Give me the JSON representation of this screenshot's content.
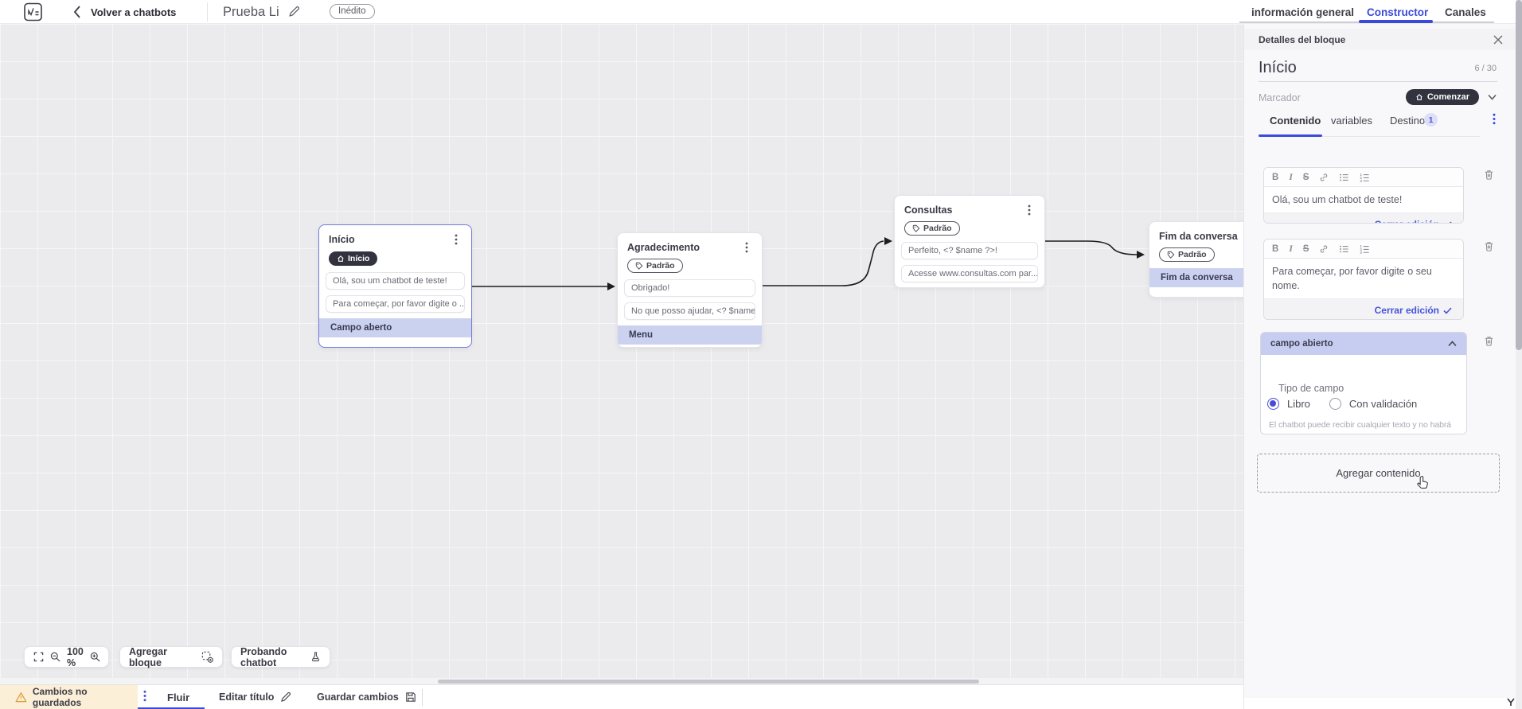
{
  "header": {
    "back_label": "Volver a chatbots",
    "bot_title": "Prueba Li",
    "status": "Inédito",
    "tabs": {
      "info": "información general",
      "constructor": "Constructor",
      "canales": "Canales"
    }
  },
  "panel": {
    "title_bar": "Detalles del bloque",
    "block_name": "Início",
    "counter": "6 / 30",
    "marker_label": "Marcador",
    "marker_value": "Comenzar",
    "tabs": {
      "contenido": "Contenido",
      "variables": "variables",
      "destino": "Destino",
      "destino_badge": "1"
    },
    "toolbar": {
      "bold": "B",
      "italic": "I",
      "strike": "S"
    },
    "editors": [
      {
        "text": "Olá, sou um chatbot de teste!",
        "close": "Cerrar edición"
      },
      {
        "text": "Para começar, por favor digite o seu nome.",
        "close": "Cerrar edición"
      }
    ],
    "field": {
      "header": "campo abierto",
      "type_label": "Tipo de campo",
      "opt1": "Libro",
      "opt2": "Con validación",
      "helper": "El chatbot puede recibir cualquier texto y no habrá validación de lo ingresado."
    },
    "add_content": "Agregar contenido"
  },
  "canvas": {
    "zoom": "100 %",
    "add_block": "Agregar bloque",
    "testing": "Probando chatbot",
    "nodes": [
      {
        "title": "Início",
        "badge": "Início",
        "items": [
          {
            "text": "Olá, sou um chatbot de teste!"
          },
          {
            "text": "Para começar, por favor digite o ..."
          },
          {
            "text": "Campo aberto"
          }
        ]
      },
      {
        "title": "Agradecimento",
        "badge": "Padrão",
        "items": [
          {
            "text": "Obrigado!"
          },
          {
            "text": "No que posso ajudar, <? $name ..."
          },
          {
            "text": "Menu"
          }
        ]
      },
      {
        "title": "Consultas",
        "badge": "Padrão",
        "items": [
          {
            "text": "Perfeito, <? $name ?>!"
          },
          {
            "text": "Acesse www.consultas.com par..."
          }
        ]
      },
      {
        "title": "Fim da conversa",
        "badge": "Padrão",
        "items": [
          {
            "text": "Fim da conversa"
          }
        ]
      }
    ]
  },
  "footer": {
    "unsaved": "Cambios no guardados",
    "flow": "Fluir",
    "edit_title": "Editar título",
    "save": "Guardar cambios"
  }
}
